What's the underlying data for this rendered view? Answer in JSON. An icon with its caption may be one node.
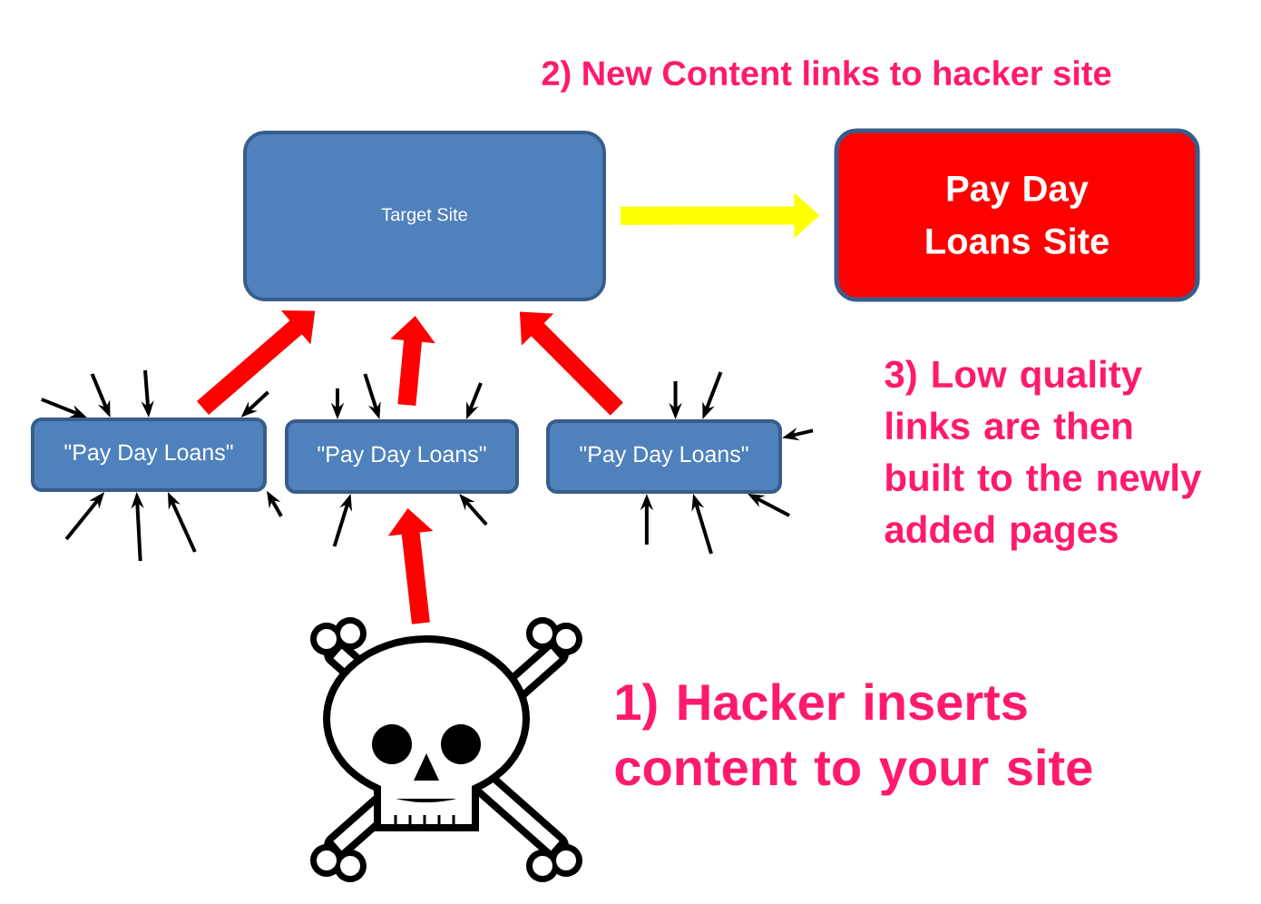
{
  "diagram": {
    "nodes": [
      {
        "text": [
          "Target Site"
        ]
      },
      {
        "text": [
          "Pay Day Loans Site"
        ]
      },
      {
        "text": [
          "\"Pay Day Loans\""
        ]
      },
      {
        "text": [
          "\"Pay Day Loans\""
        ]
      },
      {
        "text": [
          "\"Pay Day Loans\""
        ]
      },
      {
        "text": [],
        "shape": "picture"
      }
    ],
    "edges": [
      {
        "from": 0,
        "to": 1,
        "arrow": "to",
        "style": "thick",
        "color": "#ffff00"
      },
      {
        "from": 2,
        "to": 0,
        "arrow": "to",
        "style": "thick",
        "color": "#ff0000"
      },
      {
        "from": 3,
        "to": 0,
        "arrow": "to",
        "style": "thick",
        "color": "#ff0000"
      },
      {
        "from": 4,
        "to": 0,
        "arrow": "to",
        "style": "thick",
        "color": "#ff0000"
      },
      {
        "from": 5,
        "to": 3,
        "arrow": "to",
        "style": "thick",
        "color": "#ff0000"
      },
      {
        "from": null,
        "to": 2,
        "arrow": "to"
      },
      {
        "from": null,
        "to": 2,
        "arrow": "to"
      },
      {
        "from": null,
        "to": 2,
        "arrow": "to"
      },
      {
        "from": null,
        "to": 2,
        "arrow": "to"
      },
      {
        "from": null,
        "to": 3,
        "arrow": "to"
      },
      {
        "from": null,
        "to": 3,
        "arrow": "to"
      },
      {
        "from": null,
        "to": 3,
        "arrow": "to"
      },
      {
        "from": null,
        "to": 4,
        "arrow": "to"
      },
      {
        "from": null,
        "to": 4,
        "arrow": "to"
      },
      {
        "from": null,
        "to": 4,
        "arrow": "to"
      },
      {
        "from": null,
        "to": 2,
        "arrow": "to"
      },
      {
        "from": null,
        "to": 2,
        "arrow": "to"
      },
      {
        "from": null,
        "to": 2,
        "arrow": "to"
      },
      {
        "from": null,
        "to": 2,
        "arrow": "to"
      },
      {
        "from": null,
        "to": 3,
        "arrow": "to"
      },
      {
        "from": null,
        "to": 3,
        "arrow": "to"
      },
      {
        "from": null,
        "to": 4,
        "arrow": "to"
      },
      {
        "from": null,
        "to": 4,
        "arrow": "to"
      },
      {
        "from": null,
        "to": 4,
        "arrow": "to"
      }
    ],
    "labels": [
      "2) New Content links to hacker site",
      "3) Low quality links are then built to the newly added pages",
      "1) Hacker inserts content to your site"
    ]
  }
}
